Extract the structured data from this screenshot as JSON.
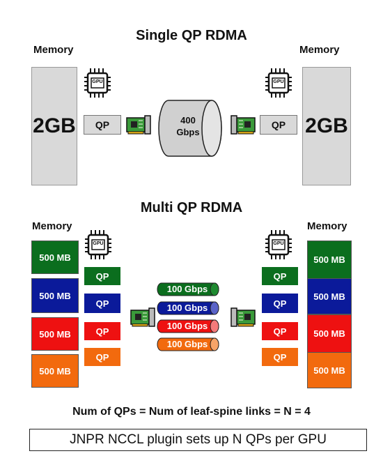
{
  "single": {
    "title": "Single QP RDMA",
    "memory_label_left": "Memory",
    "memory_label_right": "Memory",
    "memory_size_left": "2GB",
    "memory_size_right": "2GB",
    "qp_left": "QP",
    "qp_right": "QP",
    "gpu_label": "GPU",
    "link_line1": "400",
    "link_line2": "Gbps"
  },
  "multi": {
    "title": "Multi QP RDMA",
    "memory_label_left": "Memory",
    "memory_label_right": "Memory",
    "gpu_label": "GPU",
    "blocks": [
      {
        "label": "500 MB",
        "color": "#0b6e1e"
      },
      {
        "label": "500 MB",
        "color": "#0b1a9a"
      },
      {
        "label": "500 MB",
        "color": "#ee1111"
      },
      {
        "label": "500 MB",
        "color": "#f26a0e"
      }
    ],
    "qps": [
      "QP",
      "QP",
      "QP",
      "QP"
    ],
    "links": [
      {
        "label": "100 Gbps",
        "color": "#0b6e1e"
      },
      {
        "label": "100 Gbps",
        "color": "#0b1a9a"
      },
      {
        "label": "100 Gbps",
        "color": "#ee1111"
      },
      {
        "label": "100 Gbps",
        "color": "#f26a0e"
      }
    ]
  },
  "caption": "Num of QPs = Num of leaf-spine links = N = 4",
  "note": "JNPR NCCL plugin sets up N QPs per GPU"
}
